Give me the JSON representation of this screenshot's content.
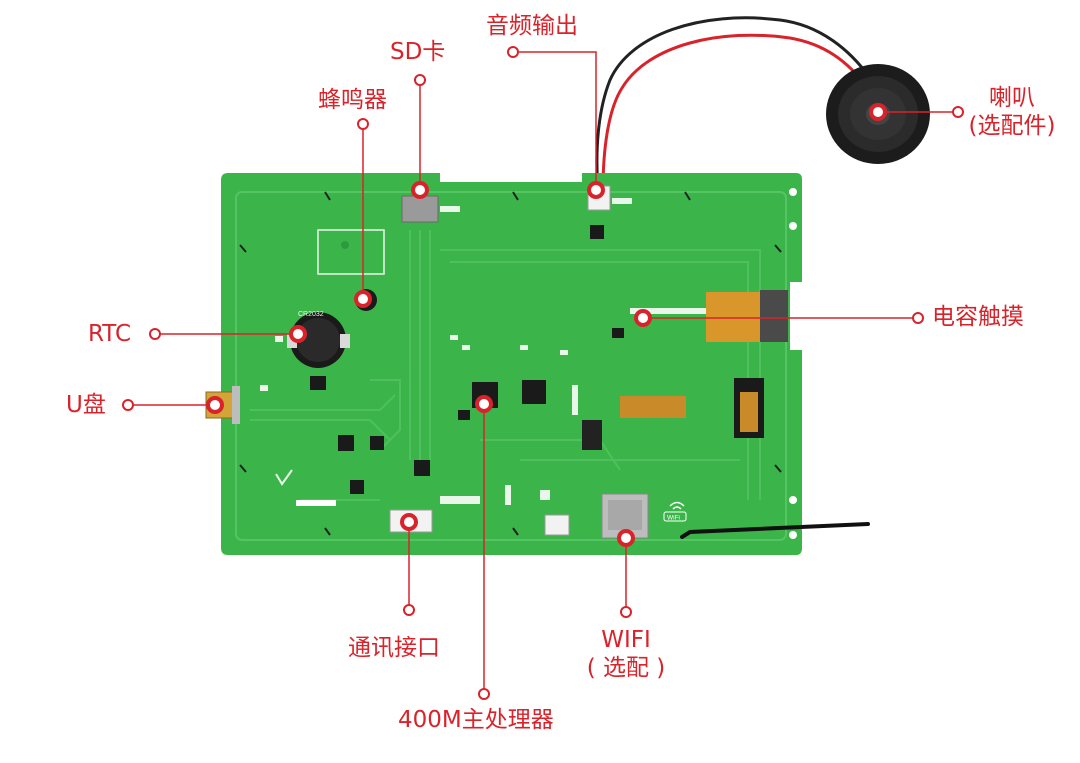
{
  "colors": {
    "accent": "#d9232b",
    "board": "#3bb54a",
    "board_dark": "#2e9a3e",
    "trace": "#55c463",
    "chip": "#1a1a1a",
    "silk": "#e9f7ea",
    "flex": "#d9962a",
    "gold": "#d4a437"
  },
  "icons": [
    "speaker-icon",
    "wifi-logo-icon",
    "certification-mark-icon"
  ],
  "callouts": {
    "audio_out": "音频输出",
    "sd_card": "SD卡",
    "buzzer": "蜂鸣器",
    "speaker": "喇叭",
    "speaker_note": "(选配件)",
    "touch": "电容触摸",
    "rtc": "RTC",
    "usb": "U盘",
    "comm": "通讯接口",
    "cpu": "400M主处理器",
    "wifi": "WIFI",
    "wifi_note": "( 选配 )"
  },
  "board_marks": {
    "battery": "CR2032",
    "wifi_silk": "WiFi"
  }
}
